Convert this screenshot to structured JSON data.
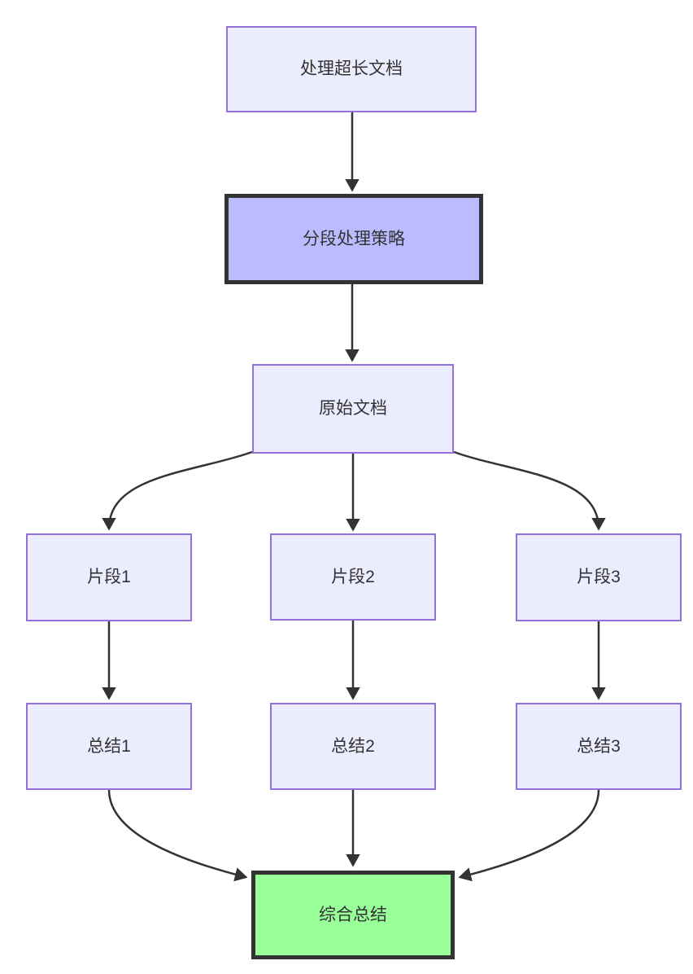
{
  "flow": {
    "kind": "flowchart",
    "direction": "top-down",
    "colors": {
      "background": "#FFFFFF",
      "node_fill": "#ECECFF",
      "node_border": "#9370DB",
      "highlight_fill": "#BBBBFF",
      "highlight_border": "#333333",
      "success_fill": "#99FF99",
      "success_border": "#333333",
      "edge": "#333333",
      "text": "#333333"
    },
    "nodes": [
      {
        "id": "start",
        "label": "处理超长文档",
        "role": "default"
      },
      {
        "id": "strategy",
        "label": "分段处理策略",
        "role": "highlight"
      },
      {
        "id": "source",
        "label": "原始文档",
        "role": "default"
      },
      {
        "id": "chunk1",
        "label": "片段1",
        "role": "default"
      },
      {
        "id": "chunk2",
        "label": "片段2",
        "role": "default"
      },
      {
        "id": "chunk3",
        "label": "片段3",
        "role": "default"
      },
      {
        "id": "summary1",
        "label": "总结1",
        "role": "default"
      },
      {
        "id": "summary2",
        "label": "总结2",
        "role": "default"
      },
      {
        "id": "summary3",
        "label": "总结3",
        "role": "default"
      },
      {
        "id": "final",
        "label": "综合总结",
        "role": "success"
      }
    ],
    "edges": [
      {
        "from": "处理超长文档",
        "to": "分段处理策略"
      },
      {
        "from": "分段处理策略",
        "to": "原始文档"
      },
      {
        "from": "原始文档",
        "to": "片段1"
      },
      {
        "from": "原始文档",
        "to": "片段2"
      },
      {
        "from": "原始文档",
        "to": "片段3"
      },
      {
        "from": "片段1",
        "to": "总结1"
      },
      {
        "from": "片段2",
        "to": "总结2"
      },
      {
        "from": "片段3",
        "to": "总结3"
      },
      {
        "from": "总结1",
        "to": "综合总结"
      },
      {
        "from": "总结2",
        "to": "综合总结"
      },
      {
        "from": "总结3",
        "to": "综合总结"
      }
    ]
  }
}
